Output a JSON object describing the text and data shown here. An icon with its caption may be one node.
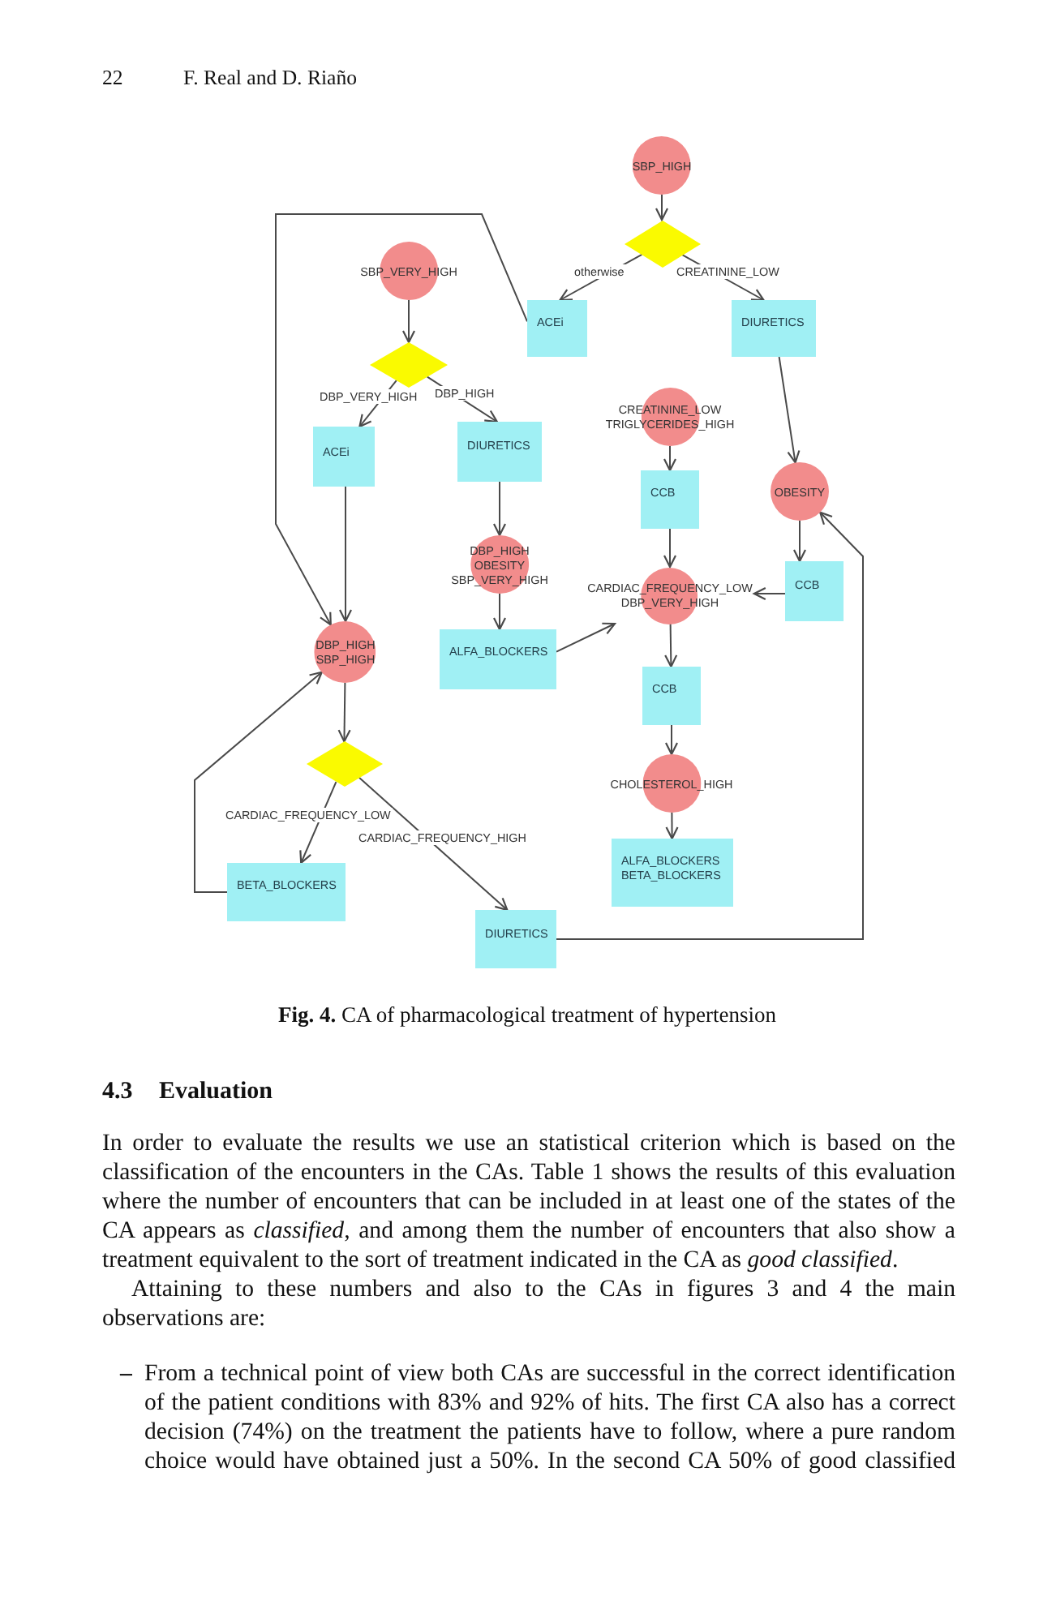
{
  "diagram": {
    "caption": "**Fig. 4.** CA of pharmacological treatment of hypertension",
    "nodes": [
      {
        "text": [
          "SBP_HIGH"
        ]
      },
      {
        "text": [],
        "shape": "diamond"
      },
      {
        "text": [
          "ACEi"
        ]
      },
      {
        "text": [
          "DIURETICS"
        ]
      },
      {
        "text": [
          "SBP_VERY_HIGH"
        ]
      },
      {
        "text": [],
        "shape": "diamond"
      },
      {
        "text": [
          "ACEi"
        ]
      },
      {
        "text": [
          "DIURETICS"
        ]
      },
      {
        "text": [
          "CREATININE_LOW",
          "TRIGLYCERIDES_HIGH"
        ]
      },
      {
        "text": [
          "CCB"
        ]
      },
      {
        "text": [
          "OBESITY"
        ]
      },
      {
        "text": [
          "DBP_HIGH",
          "OBESITY",
          "SBP_VERY_HIGH"
        ]
      },
      {
        "text": [
          "CARDIAC_FREQUENCY_LOW",
          "DBP_VERY_HIGH"
        ]
      },
      {
        "text": [
          "CCB"
        ]
      },
      {
        "text": [
          "DBP_HIGH",
          "SBP_HIGH"
        ]
      },
      {
        "text": [
          "ALFA_BLOCKERS"
        ]
      },
      {
        "text": [
          "CCB"
        ]
      },
      {
        "text": [],
        "shape": "diamond"
      },
      {
        "text": [
          "CHOLESTEROL_HIGH"
        ]
      },
      {
        "text": [
          "BETA_BLOCKERS"
        ]
      },
      {
        "text": [
          "ALFA_BLOCKERS",
          "BETA_BLOCKERS"
        ]
      },
      {
        "text": [
          "DIURETICS"
        ]
      }
    ],
    "edges": [
      {
        "from": 0,
        "to": 1,
        "arrow": "to"
      },
      {
        "from": 1,
        "to": 2,
        "arrow": "to",
        "label": "otherwise"
      },
      {
        "from": 1,
        "to": 3,
        "arrow": "to",
        "label": "CREATININE_LOW"
      },
      {
        "from": 3,
        "to": 10,
        "arrow": "to"
      },
      {
        "from": 10,
        "to": 13,
        "arrow": "to"
      },
      {
        "from": 13,
        "to": 12,
        "arrow": "to"
      },
      {
        "from": 4,
        "to": 5,
        "arrow": "to"
      },
      {
        "from": 5,
        "to": 6,
        "arrow": "to",
        "label": "DBP_VERY_HIGH"
      },
      {
        "from": 5,
        "to": 7,
        "arrow": "to",
        "label": "DBP_HIGH"
      },
      {
        "from": 6,
        "to": 14,
        "arrow": "to"
      },
      {
        "from": 2,
        "to": 14,
        "arrow": "to"
      },
      {
        "from": 7,
        "to": 11,
        "arrow": "to"
      },
      {
        "from": 11,
        "to": 15,
        "arrow": "to"
      },
      {
        "from": 15,
        "to": 12,
        "arrow": "to"
      },
      {
        "from": 8,
        "to": 9,
        "arrow": "to"
      },
      {
        "from": 9,
        "to": 12,
        "arrow": "to"
      },
      {
        "from": 12,
        "to": 16,
        "arrow": "to"
      },
      {
        "from": 16,
        "to": 18,
        "arrow": "to"
      },
      {
        "from": 18,
        "to": 20,
        "arrow": "to"
      },
      {
        "from": 14,
        "to": 17,
        "arrow": "to"
      },
      {
        "from": 17,
        "to": 19,
        "arrow": "to",
        "label": "CARDIAC_FREQUENCY_LOW"
      },
      {
        "from": 17,
        "to": 21,
        "arrow": "to",
        "label": "CARDIAC_FREQUENCY_HIGH"
      },
      {
        "from": 19,
        "to": 14,
        "arrow": "to"
      },
      {
        "from": 21,
        "to": 10,
        "arrow": "to"
      }
    ],
    "labels": [
      "22",
      "F. Real and D. Riaño",
      "4.3",
      "Evaluation",
      "In order to evaluate the results we use an statistical criterion which is based on the classification of the encounters in the CAs. Table 1 shows the results of this evaluation where the number of encounters that can be included in at least one of the states of the CA appears as *classified*, and among them the number of encounters that also show a treatment equivalent to the sort of treatment indicated in the CA as *good classified*.",
      "Attaining to these numbers and also to the CAs in figures 3 and 4 the main observations are:",
      "–",
      "From a technical point of view both CAs are successful in the correct identification of the patient conditions with 83% and 92% of hits. The first CA also has a correct decision (74%) on the treatment the patients have to follow, where a pure random choice would have obtained just a 50%. In the second CA 50% of good classified"
    ]
  }
}
